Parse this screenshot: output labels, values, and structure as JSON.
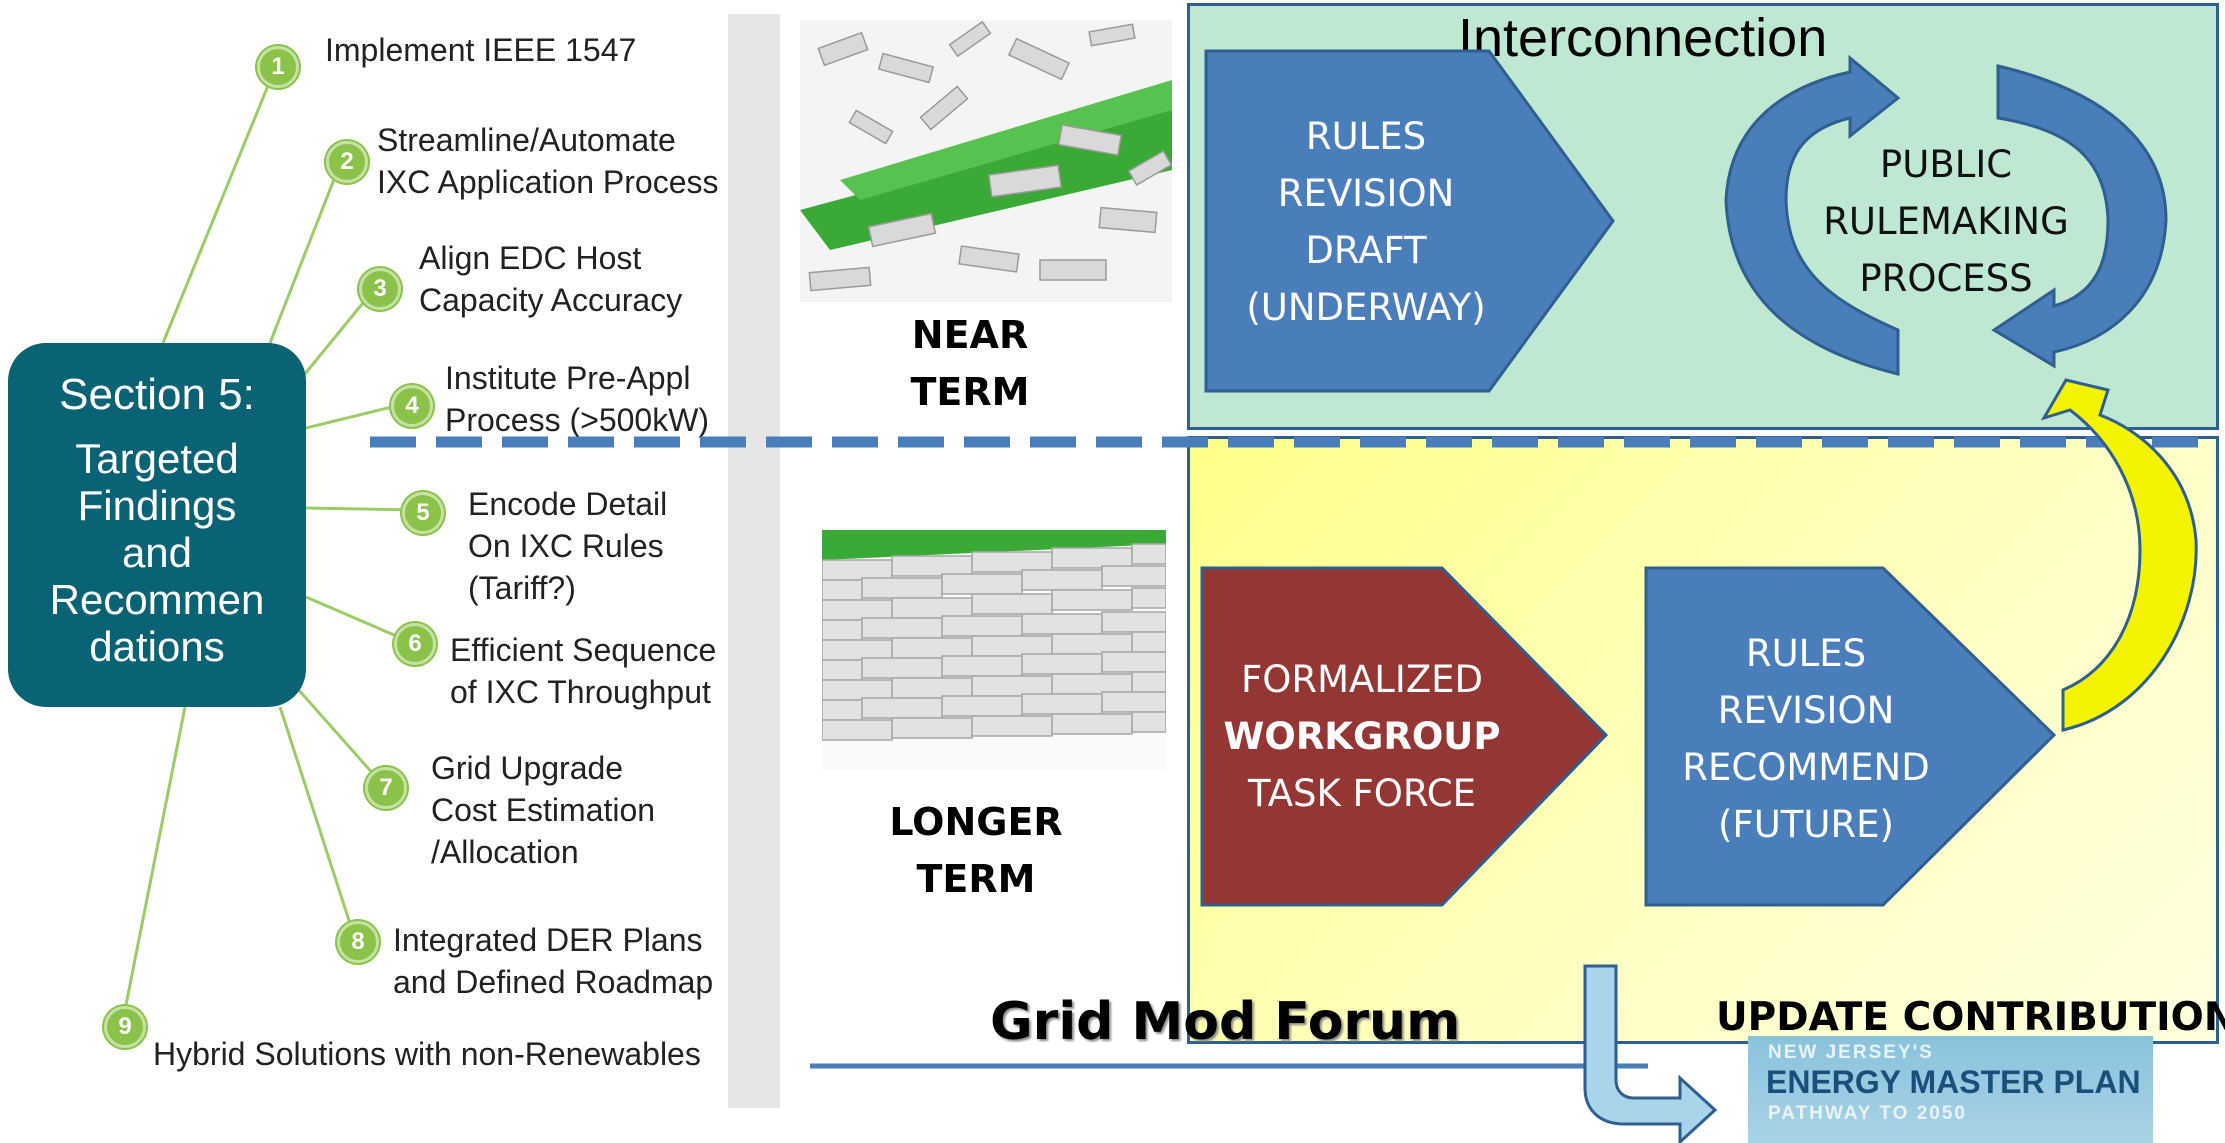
{
  "section": {
    "heading": "Section 5:",
    "body_lines": [
      "Targeted",
      "Findings",
      "and",
      "Recommen",
      "dations"
    ]
  },
  "findings": [
    {
      "num": "1",
      "lines": [
        "Implement IEEE 1547"
      ]
    },
    {
      "num": "2",
      "lines": [
        "Streamline/Automate",
        "IXC Application Process"
      ]
    },
    {
      "num": "3",
      "lines": [
        "Align EDC  Host",
        "Capacity Accuracy"
      ]
    },
    {
      "num": "4",
      "lines": [
        "Institute Pre-Appl",
        "Process (>500kW)"
      ]
    },
    {
      "num": "5",
      "lines": [
        "Encode Detail",
        "On IXC Rules",
        "(Tariff?)"
      ]
    },
    {
      "num": "6",
      "lines": [
        "Efficient Sequence",
        "of IXC Throughput"
      ]
    },
    {
      "num": "7",
      "lines": [
        "Grid Upgrade",
        "Cost Estimation",
        "/Allocation"
      ]
    },
    {
      "num": "8",
      "lines": [
        "Integrated DER Plans",
        "and Defined Roadmap"
      ]
    },
    {
      "num": "9",
      "lines": [
        "Hybrid Solutions with non-Renewables"
      ]
    }
  ],
  "terms": {
    "near": [
      "NEAR",
      "TERM"
    ],
    "longer": [
      "LONGER",
      "TERM"
    ]
  },
  "interconnection": {
    "title": "Interconnection",
    "draft": [
      "RULES",
      "REVISION",
      "DRAFT",
      "(UNDERWAY)"
    ],
    "public": [
      "PUBLIC",
      "RULEMAKING",
      "PROCESS"
    ]
  },
  "workgroup": {
    "line1": "FORMALIZED",
    "line2": "WORKGROUP",
    "line3": "TASK FORCE"
  },
  "recommend": [
    "RULES",
    "REVISION",
    "RECOMMEND",
    "(FUTURE)"
  ],
  "footer": {
    "forum": "Grid Mod Forum",
    "update": "UPDATE CONTRIBUTION"
  },
  "emp": {
    "line1": "NEW JERSEY'S",
    "line2": "ENERGY MASTER PLAN",
    "line3": "PATHWAY TO 2050"
  },
  "colors": {
    "teal": "#0a6275",
    "green_badge": "#8bc34a",
    "blue_shape": "#4a7ebb",
    "red_shape": "#943634",
    "mint_zone": "#bfe8d3",
    "yellow_zone": "#ffff99",
    "yellow_arrow": "#f4f400"
  }
}
